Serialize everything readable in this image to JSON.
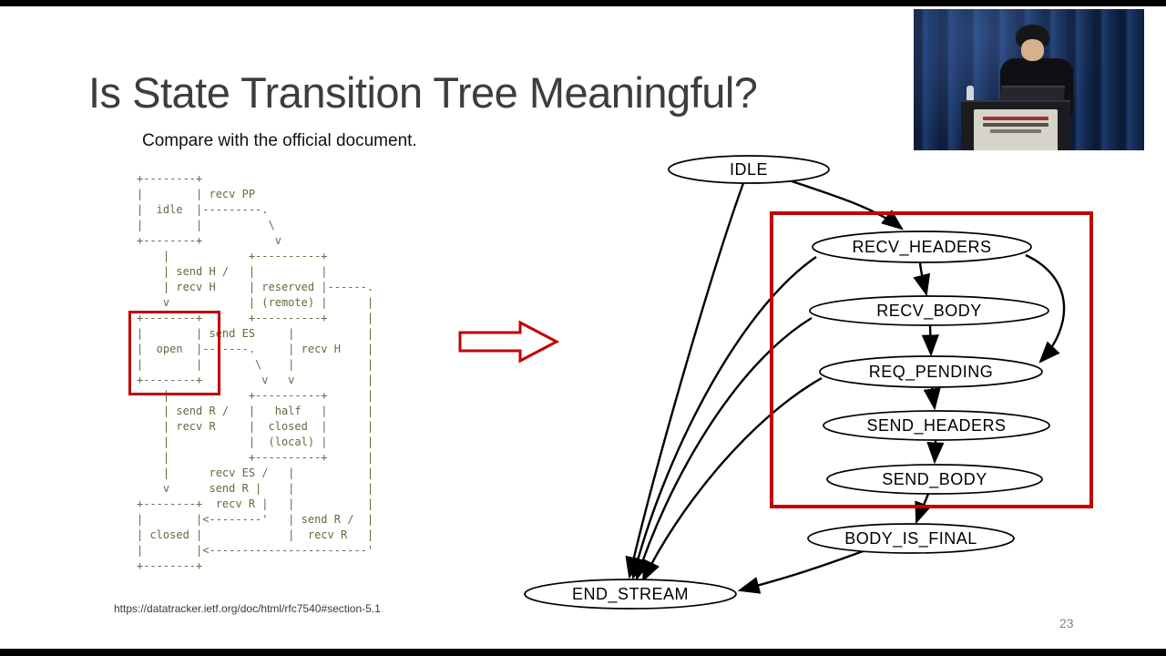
{
  "slide": {
    "title": "Is State Transition Tree Meaningful?",
    "subtitle": "Compare with the official document.",
    "source_url": "https://datatracker.ietf.org/doc/html/rfc7540#section-5.1",
    "page_number": "23"
  },
  "ascii_diagram": {
    "text": "+--------+\n|        | recv PP\n|  idle  |---------.\n|        |          \\\n+--------+           v\n    |            +----------+\n    | send H /   |          |\n    | recv H     | reserved |------.\n    v            | (remote) |      |\n+--------+       +----------+      |\n|        | send ES     |           |\n|  open  |-------.     | recv H    |\n|        |        \\    |           |\n+--------+         v   v           |\n    |            +----------+      |\n    | send R /   |   half   |      |\n    | recv R     |  closed  |      |\n    |            |  (local) |      |\n    |            +----------+      |\n    |      recv ES /   |           |\n    v      send R |    |           |\n+--------+  recv R |   |           |\n|        |<--------'   | send R /  |\n| closed |             |  recv R   |\n|        |<------------------------'\n+--------+",
    "highlighted_state": "open"
  },
  "diagram": {
    "nodes": [
      {
        "id": "idle",
        "label": "IDLE"
      },
      {
        "id": "recv_headers",
        "label": "RECV_HEADERS"
      },
      {
        "id": "recv_body",
        "label": "RECV_BODY"
      },
      {
        "id": "req_pending",
        "label": "REQ_PENDING"
      },
      {
        "id": "send_headers",
        "label": "SEND_HEADERS"
      },
      {
        "id": "send_body",
        "label": "SEND_BODY"
      },
      {
        "id": "body_is_final",
        "label": "BODY_IS_FINAL"
      },
      {
        "id": "end_stream",
        "label": "END_STREAM"
      }
    ],
    "edges": [
      {
        "from": "IDLE",
        "to": "RECV_HEADERS"
      },
      {
        "from": "IDLE",
        "to": "END_STREAM"
      },
      {
        "from": "RECV_HEADERS",
        "to": "RECV_BODY"
      },
      {
        "from": "RECV_HEADERS",
        "to": "REQ_PENDING"
      },
      {
        "from": "RECV_HEADERS",
        "to": "END_STREAM"
      },
      {
        "from": "RECV_BODY",
        "to": "REQ_PENDING"
      },
      {
        "from": "RECV_BODY",
        "to": "END_STREAM"
      },
      {
        "from": "REQ_PENDING",
        "to": "SEND_HEADERS"
      },
      {
        "from": "REQ_PENDING",
        "to": "END_STREAM"
      },
      {
        "from": "SEND_HEADERS",
        "to": "SEND_BODY"
      },
      {
        "from": "SEND_BODY",
        "to": "BODY_IS_FINAL"
      },
      {
        "from": "BODY_IS_FINAL",
        "to": "END_STREAM"
      }
    ],
    "highlighted_nodes": [
      "RECV_HEADERS",
      "RECV_BODY",
      "REQ_PENDING",
      "SEND_HEADERS",
      "SEND_BODY"
    ]
  },
  "colors": {
    "accent_red": "#c00000",
    "ascii_text": "#69693f",
    "node_stroke": "#000000"
  }
}
